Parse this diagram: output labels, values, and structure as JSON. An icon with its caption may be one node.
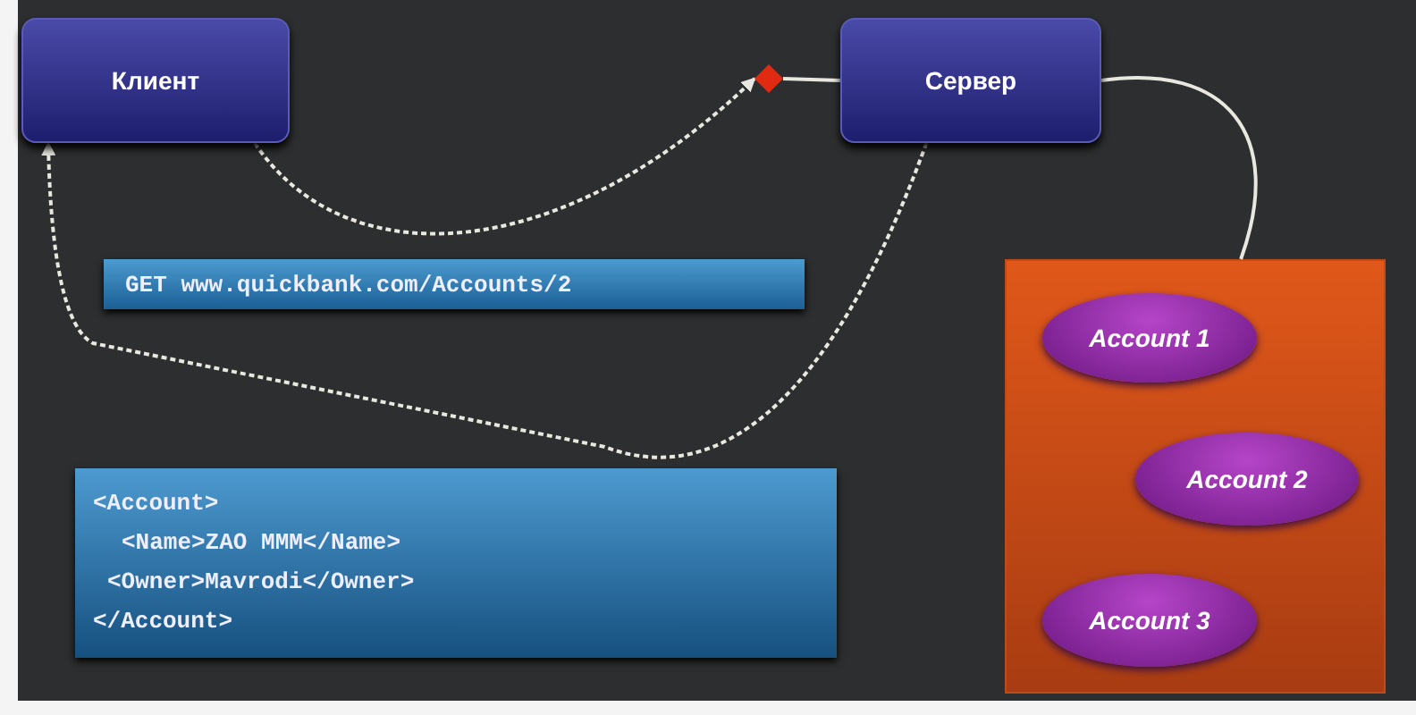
{
  "diagram": {
    "nodes": [
      {
        "text": [
          "Клиент"
        ]
      },
      {
        "text": [
          "Сервер"
        ]
      },
      {
        "text": [],
        "shape": "diamond"
      },
      {
        "text": [
          "GET www.quickbank.com/Accounts/2"
        ]
      },
      {
        "text": [
          "<Account>",
          "<Name>ZAO MMM</Name>",
          "<Owner>Mavrodi</Owner>",
          "</Account>"
        ]
      },
      {
        "text": [],
        "shape": "box"
      },
      {
        "text": [
          "Account 1"
        ],
        "in": 5
      },
      {
        "text": [
          "Account 2"
        ],
        "in": 5
      },
      {
        "text": [
          "Account 3"
        ],
        "in": 5
      }
    ],
    "edges": [
      {
        "from": 0,
        "to": 2,
        "arrow": "to",
        "style": "dashed"
      },
      {
        "from": 1,
        "to": 0,
        "arrow": "to",
        "style": "dashed"
      },
      {
        "from": 2,
        "to": 1,
        "arrow": "none"
      },
      {
        "from": 1,
        "to": 5,
        "arrow": "none"
      }
    ]
  }
}
